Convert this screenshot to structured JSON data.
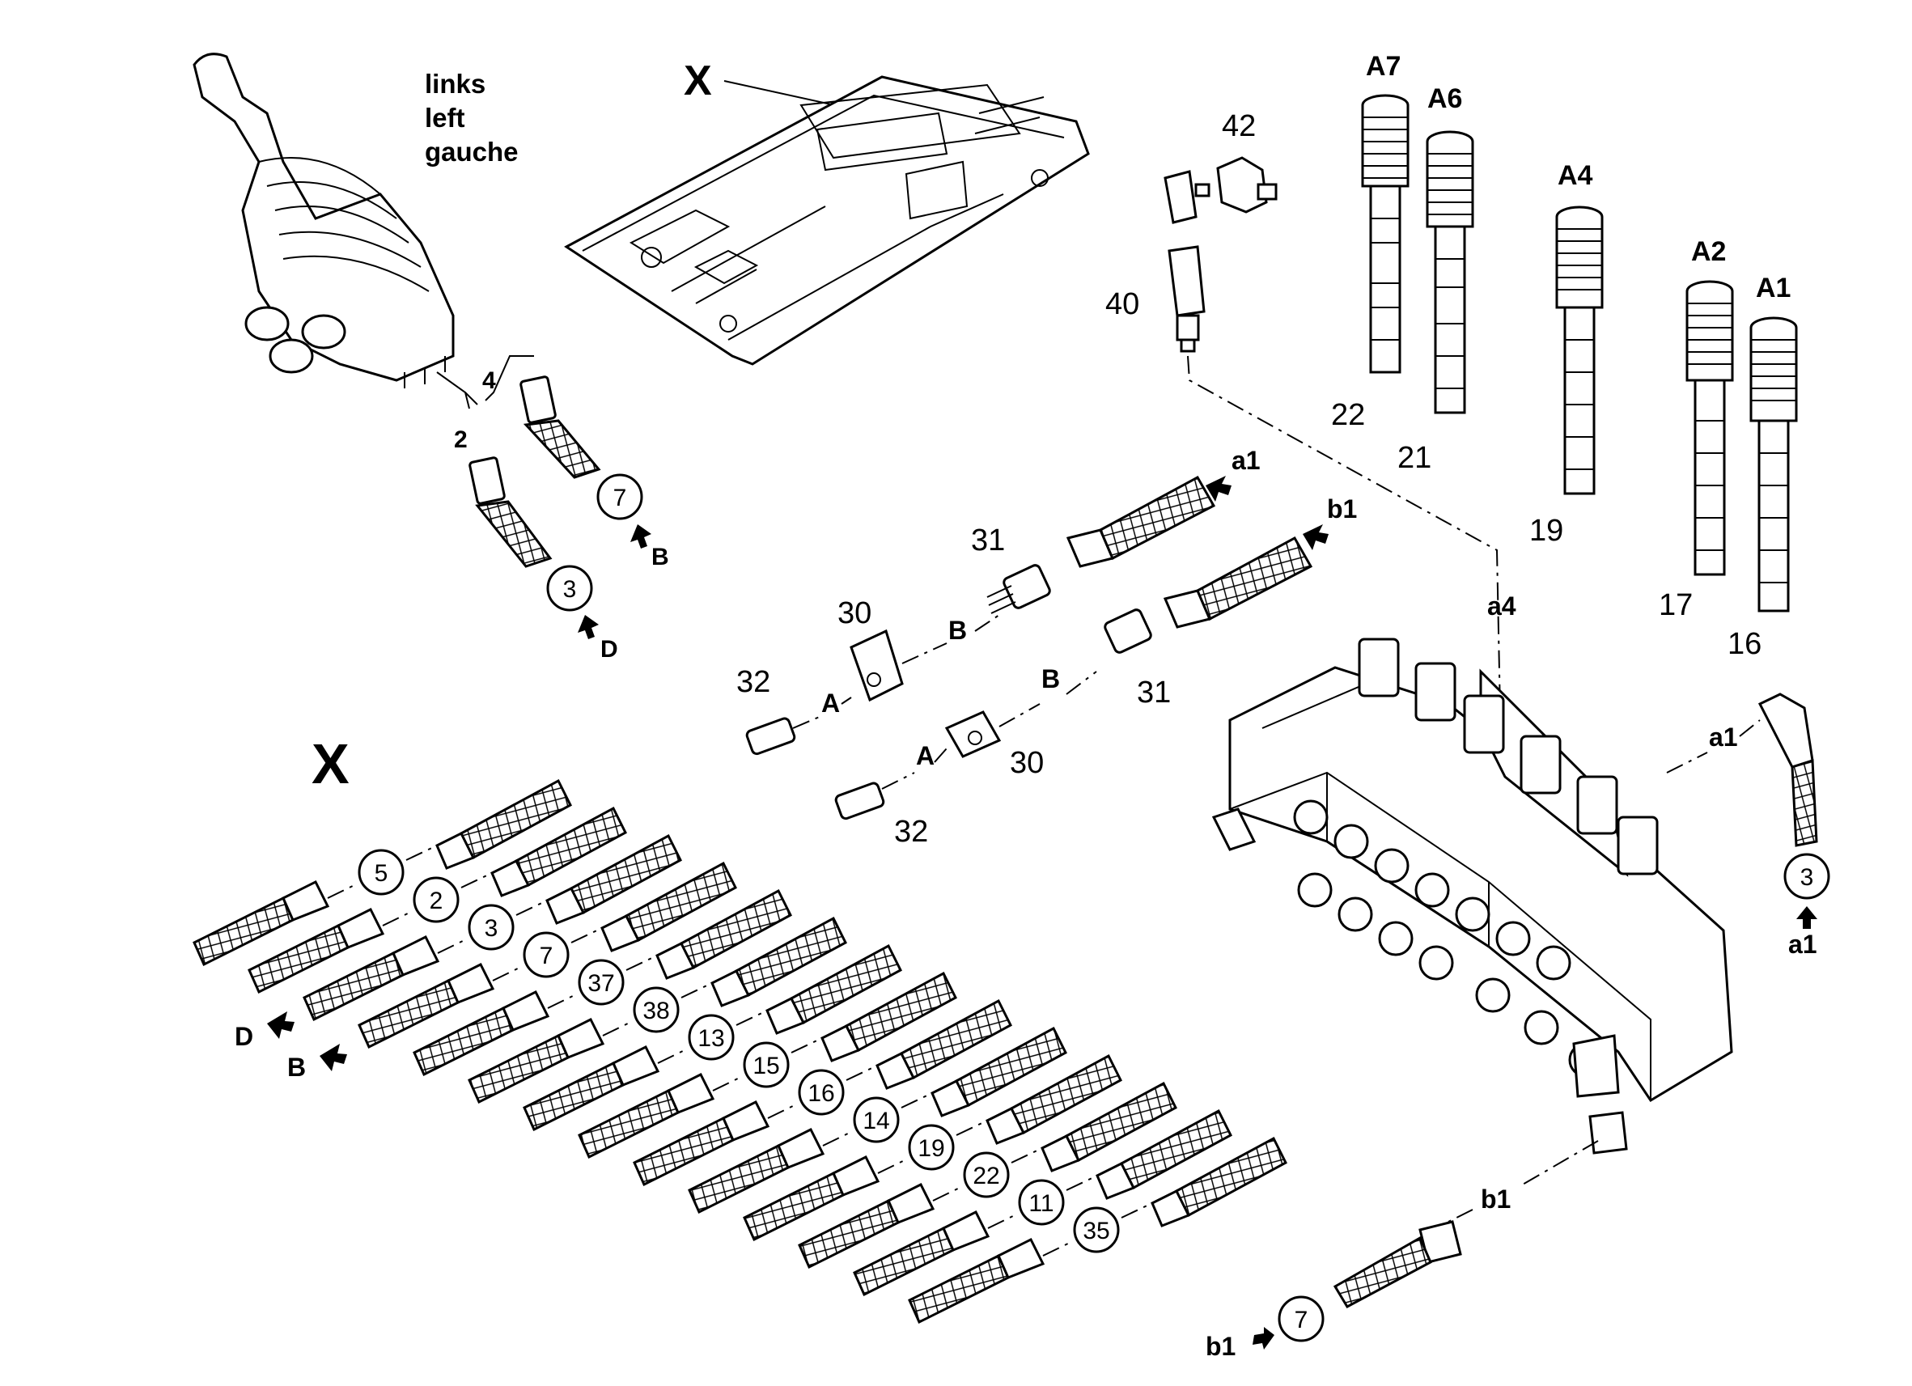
{
  "joystick": {
    "lines": [
      "links",
      "left",
      "gauche"
    ],
    "port_labels": [
      "4",
      "2"
    ],
    "circled": [
      "7",
      "3"
    ],
    "arrow_labels": [
      "B",
      "D"
    ]
  },
  "detail_view_marker": "X",
  "detail_view_label": "X",
  "cartridges": [
    "A7",
    "A6",
    "A4",
    "A2",
    "A1"
  ],
  "cartridge_numbers": [
    "22",
    "21",
    "19",
    "17",
    "16"
  ],
  "fittings_top": [
    "42",
    "40"
  ],
  "adapters": {
    "upper": {
      "fitting": "31",
      "coupler": "30",
      "nipple": "32",
      "end_a": "A",
      "end_b": "B",
      "line": "a1"
    },
    "lower": {
      "fitting": "31",
      "coupler": "30",
      "nipple": "32",
      "end_a": "A",
      "end_b": "B",
      "line": "b1"
    }
  },
  "valve_block": {
    "port_a4": "a4",
    "port_a1": "a1",
    "elbow_circled": "3",
    "elbow_arrow": "a1",
    "port_b1": "b1",
    "hose_circled": "7",
    "hose_arrow": "b1"
  },
  "hose_bundle": {
    "circled": [
      "5",
      "2",
      "3",
      "7",
      "37",
      "38",
      "13",
      "15",
      "16",
      "14",
      "19",
      "22",
      "11",
      "35"
    ],
    "arrow_labels": [
      "D",
      "B"
    ]
  }
}
